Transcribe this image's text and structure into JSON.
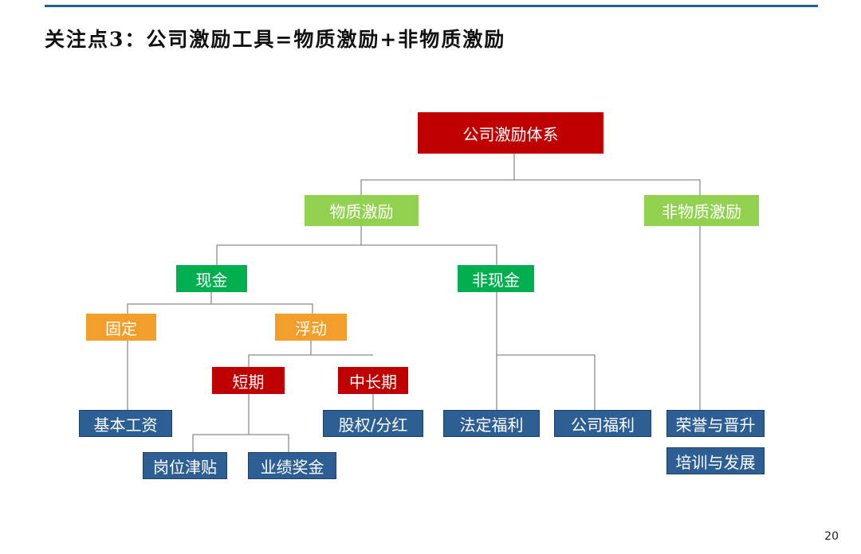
{
  "title": "关注点3：公司激励工具=物质激励+非物质激励",
  "page_number": "20",
  "nodes": {
    "root": "公司激励体系",
    "material": "物质激励",
    "non_material": "非物质激励",
    "cash": "现金",
    "non_cash": "非现金",
    "fixed": "固定",
    "floating": "浮动",
    "short_term": "短期",
    "mid_long_term": "中长期",
    "base_salary": "基本工资",
    "equity_dividend": "股权/分红",
    "statutory_welfare": "法定福利",
    "company_welfare": "公司福利",
    "honor_promotion": "荣誉与晋升",
    "training_development": "培训与发展",
    "position_allowance": "岗位津贴",
    "performance_bonus": "业绩奖金"
  },
  "colors": {
    "root_level": "#c00000",
    "incentive_type": "#92d050",
    "cash_type": "#00b050",
    "pay_type": "#f29e2a",
    "tool": "#2e5f94",
    "connector": "#8c8c8c",
    "title_rule": "#1f5f8b"
  }
}
